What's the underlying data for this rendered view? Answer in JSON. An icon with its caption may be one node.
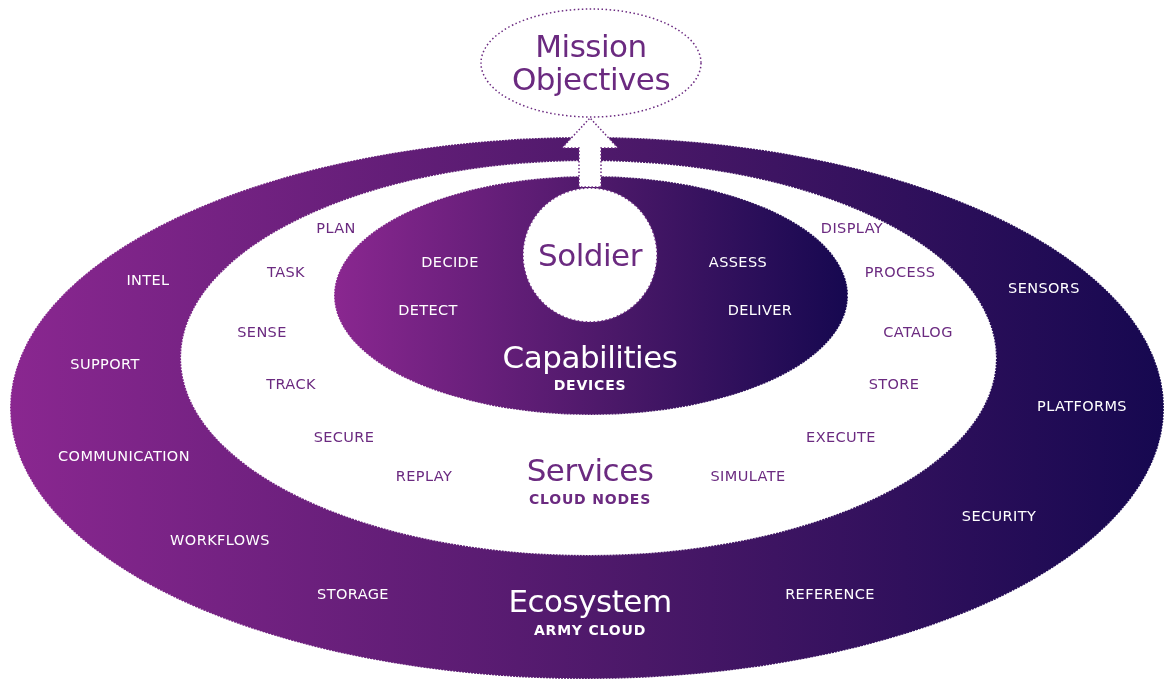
{
  "diagram": {
    "nodes": [
      {
        "text": [
          "Mission Objectives"
        ]
      },
      {
        "text": [
          "Ecosystem",
          "ARMY CLOUD"
        ]
      },
      {
        "text": [
          "Services",
          "CLOUD NODES"
        ],
        "in": 1
      },
      {
        "text": [
          "Capabilities",
          "DEVICES"
        ],
        "in": 2
      },
      {
        "text": [
          "Soldier"
        ],
        "in": 3
      }
    ],
    "edges": [
      {
        "from": 4,
        "to": 0,
        "arrow": "to",
        "style": "thick"
      }
    ],
    "labels": [
      "PLAN",
      "DISPLAY",
      "DECIDE",
      "ASSESS",
      "TASK",
      "PROCESS",
      "INTEL",
      "SENSORS",
      "DETECT",
      "DELIVER",
      "SENSE",
      "CATALOG",
      "SUPPORT",
      "TRACK",
      "STORE",
      "PLATFORMS",
      "SECURE",
      "EXECUTE",
      "COMMUNICATION",
      "REPLAY",
      "SIMULATE",
      "SECURITY",
      "WORKFLOWS",
      "STORAGE",
      "REFERENCE"
    ]
  }
}
